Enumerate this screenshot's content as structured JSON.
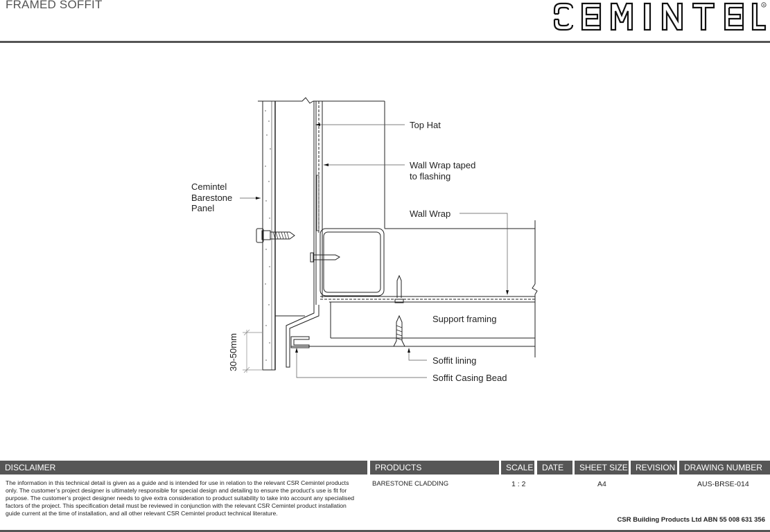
{
  "header": {
    "title": "FRAMED SOFFIT",
    "logo": {
      "text": "CEMINTEL",
      "registered": "®"
    }
  },
  "drawing": {
    "labels": {
      "top_hat": "Top Hat",
      "wall_wrap_taped_1": "Wall Wrap taped",
      "wall_wrap_taped_2": "to flashing",
      "wall_wrap": "Wall Wrap",
      "panel_1": "Cemintel",
      "panel_2": "Barestone",
      "panel_3": "Panel",
      "support_framing": "Support framing",
      "soffit_lining": "Soffit lining",
      "soffit_casing_bead": "Soffit Casing Bead",
      "dimension": "30-50mm"
    }
  },
  "footer": {
    "headers": {
      "disclaimer": "DISCLAIMER",
      "products": "PRODUCTS",
      "scale": "SCALE",
      "date": "DATE",
      "sheet_size": "SHEET SIZE",
      "revision": "REVISION",
      "drawing_number": "DRAWING NUMBER"
    },
    "disclaimer_text": "The information in this technical detail is given as a guide and is intended for use in relation to the relevant CSR Cemintel products only. The customer’s project designer is ultimately responsible for special design and detailing to ensure the product’s use is fit for purpose. The customer’s project designer needs to give extra consideration to product suitability to take into account any specialised factors of the project. This specification detail must be reviewed in conjunction with the relevant CSR Cemintel product installation guide current at the time of installation, and all other relevant CSR Cemintel product technical literature.",
    "values": {
      "products": "BARESTONE CLADDING",
      "scale": "1 : 2",
      "date": "",
      "sheet_size": "A4",
      "revision": "",
      "drawing_number": "AUS-BRSE-014"
    },
    "company": "CSR Building Products Ltd ABN  55 008 631 356"
  }
}
